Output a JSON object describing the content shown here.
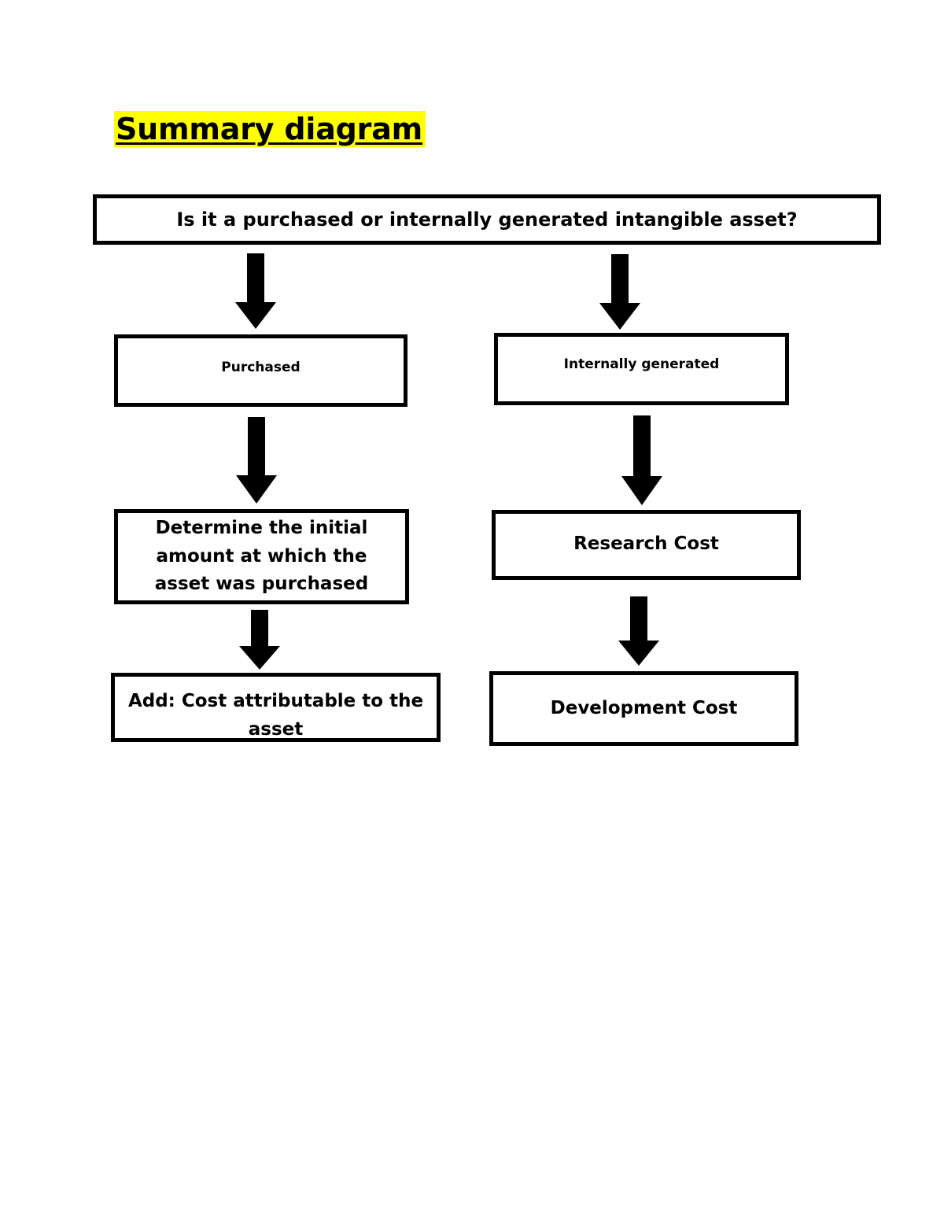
{
  "document": {
    "title": "Summary diagram",
    "background_color": "#ffffff",
    "text_color": "#000000",
    "highlight_color": "#ffff00",
    "border_color": "#000000"
  },
  "heading": {
    "text": "Summary diagram",
    "style": "bold underlined yellow-highlighted"
  },
  "diagram": {
    "type": "flowchart",
    "orientation": "top-down",
    "nodes": [
      {
        "id": "question",
        "label": "Is it a purchased or internally generated intangible asset?",
        "role": "decision",
        "level": 0,
        "column": "full"
      },
      {
        "id": "purchased",
        "label": "Purchased",
        "role": "branch",
        "level": 1,
        "column": "left"
      },
      {
        "id": "internally-generated",
        "label": "Internally generated",
        "role": "branch",
        "level": 1,
        "column": "right"
      },
      {
        "id": "determine-amount",
        "label": "Determine the initial amount at which the asset was purchased",
        "role": "step",
        "level": 2,
        "column": "left"
      },
      {
        "id": "research-cost",
        "label": "Research Cost",
        "role": "step",
        "level": 2,
        "column": "right"
      },
      {
        "id": "add-cost",
        "label": "Add: Cost attributable to the asset",
        "role": "step",
        "level": 3,
        "column": "left"
      },
      {
        "id": "development-cost",
        "label": "Development Cost",
        "role": "step",
        "level": 3,
        "column": "right"
      }
    ],
    "connectors": [
      {
        "id": "arrow-q-purchased",
        "from": "question",
        "to": "purchased",
        "icon": "down-block-arrow-icon"
      },
      {
        "id": "arrow-q-internal",
        "from": "question",
        "to": "internally-generated",
        "icon": "down-block-arrow-icon"
      },
      {
        "id": "arrow-purchased-det",
        "from": "purchased",
        "to": "determine-amount",
        "icon": "down-block-arrow-icon"
      },
      {
        "id": "arrow-internal-res",
        "from": "internally-generated",
        "to": "research-cost",
        "icon": "down-block-arrow-icon"
      },
      {
        "id": "arrow-det-add",
        "from": "determine-amount",
        "to": "add-cost",
        "icon": "down-block-arrow-icon"
      },
      {
        "id": "arrow-res-dev",
        "from": "research-cost",
        "to": "development-cost",
        "icon": "down-block-arrow-icon"
      }
    ]
  }
}
